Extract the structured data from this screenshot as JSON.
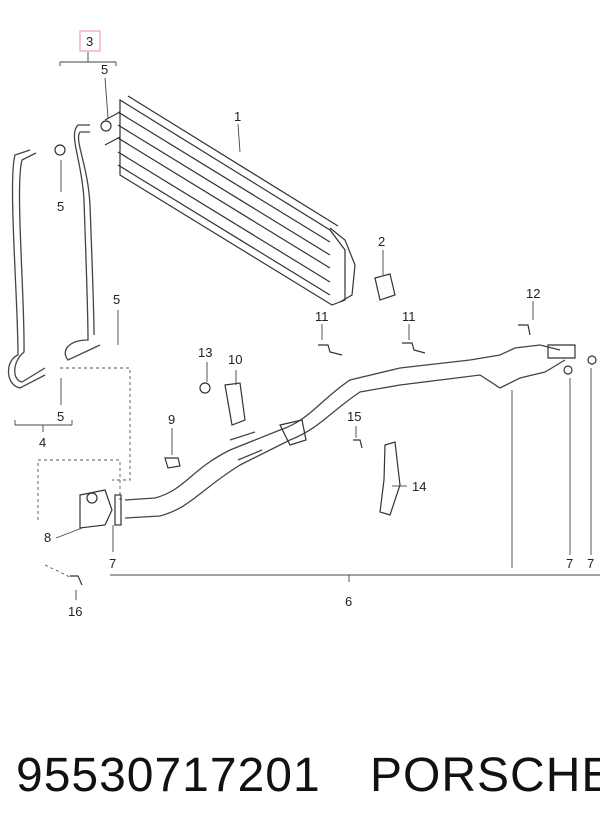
{
  "callouts": {
    "c1": "1",
    "c2": "2",
    "c3": "3",
    "c4": "4",
    "c5a": "5",
    "c5b": "5",
    "c5c": "5",
    "c5d": "5",
    "c6": "6",
    "c7a": "7",
    "c7b": "7",
    "c7c": "7",
    "c8": "8",
    "c9": "9",
    "c10": "10",
    "c11a": "11",
    "c11b": "11",
    "c12": "12",
    "c13": "13",
    "c14": "14",
    "c15": "15",
    "c16": "16"
  },
  "highlight_color": "#e8a0a8",
  "footer": {
    "part_number": "95530717201",
    "brand": "PORSCHE"
  }
}
